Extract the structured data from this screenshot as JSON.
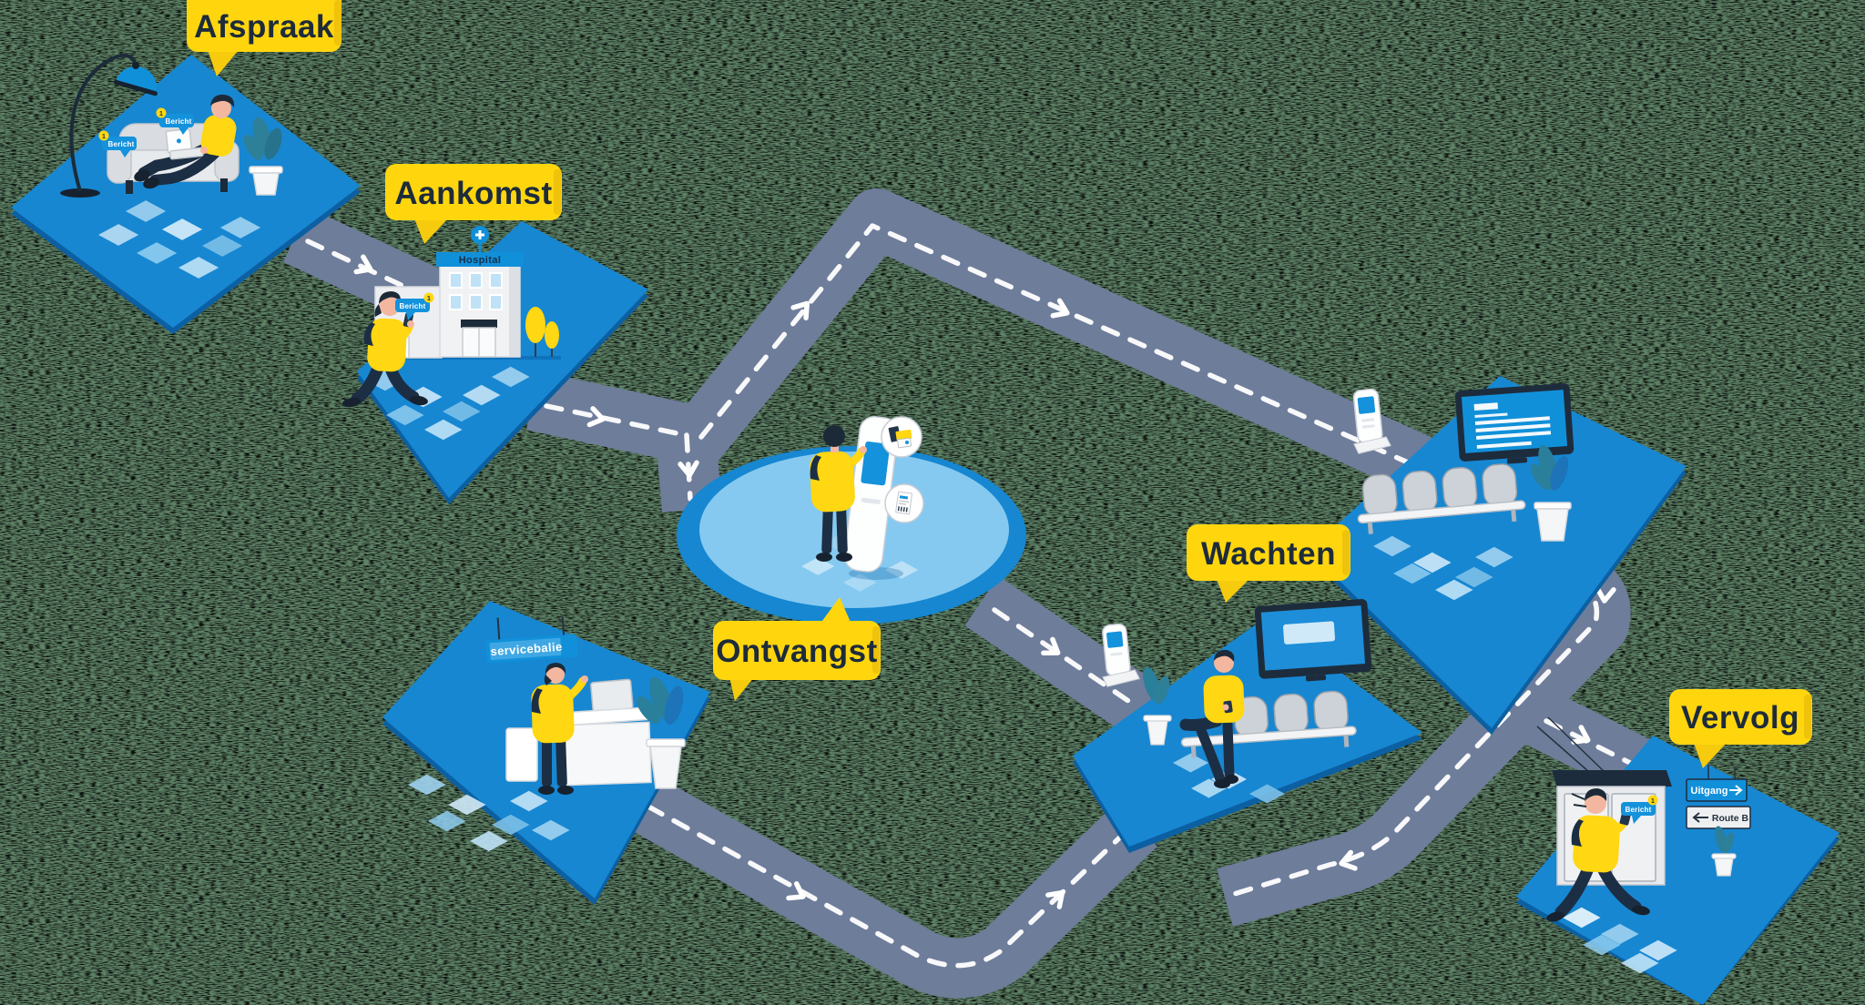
{
  "stages": [
    {
      "id": "afspraak",
      "label": "Afspraak"
    },
    {
      "id": "aankomst",
      "label": "Aankomst"
    },
    {
      "id": "ontvangst",
      "label": "Ontvangst"
    },
    {
      "id": "wachten",
      "label": "Wachten"
    },
    {
      "id": "vervolg",
      "label": "Vervolg"
    }
  ],
  "notification": {
    "label": "Bericht",
    "badge": "1"
  },
  "signs": {
    "hospital": "Hospital",
    "service_desk": "servicebalie",
    "exit": "Uitgang",
    "route": "Route B"
  },
  "colors": {
    "background_green": "#5E8266",
    "platform_blue": "#1787D2",
    "platform_shadow": "#0C60A2",
    "circle_light_blue": "#85C9F0",
    "road_slate": "#6E7D9A",
    "bubble_yellow": "#FFD60E",
    "navy": "#1C2B3A",
    "notification_blue": "#1492DC",
    "jacket_yellow": "#FFD712"
  }
}
